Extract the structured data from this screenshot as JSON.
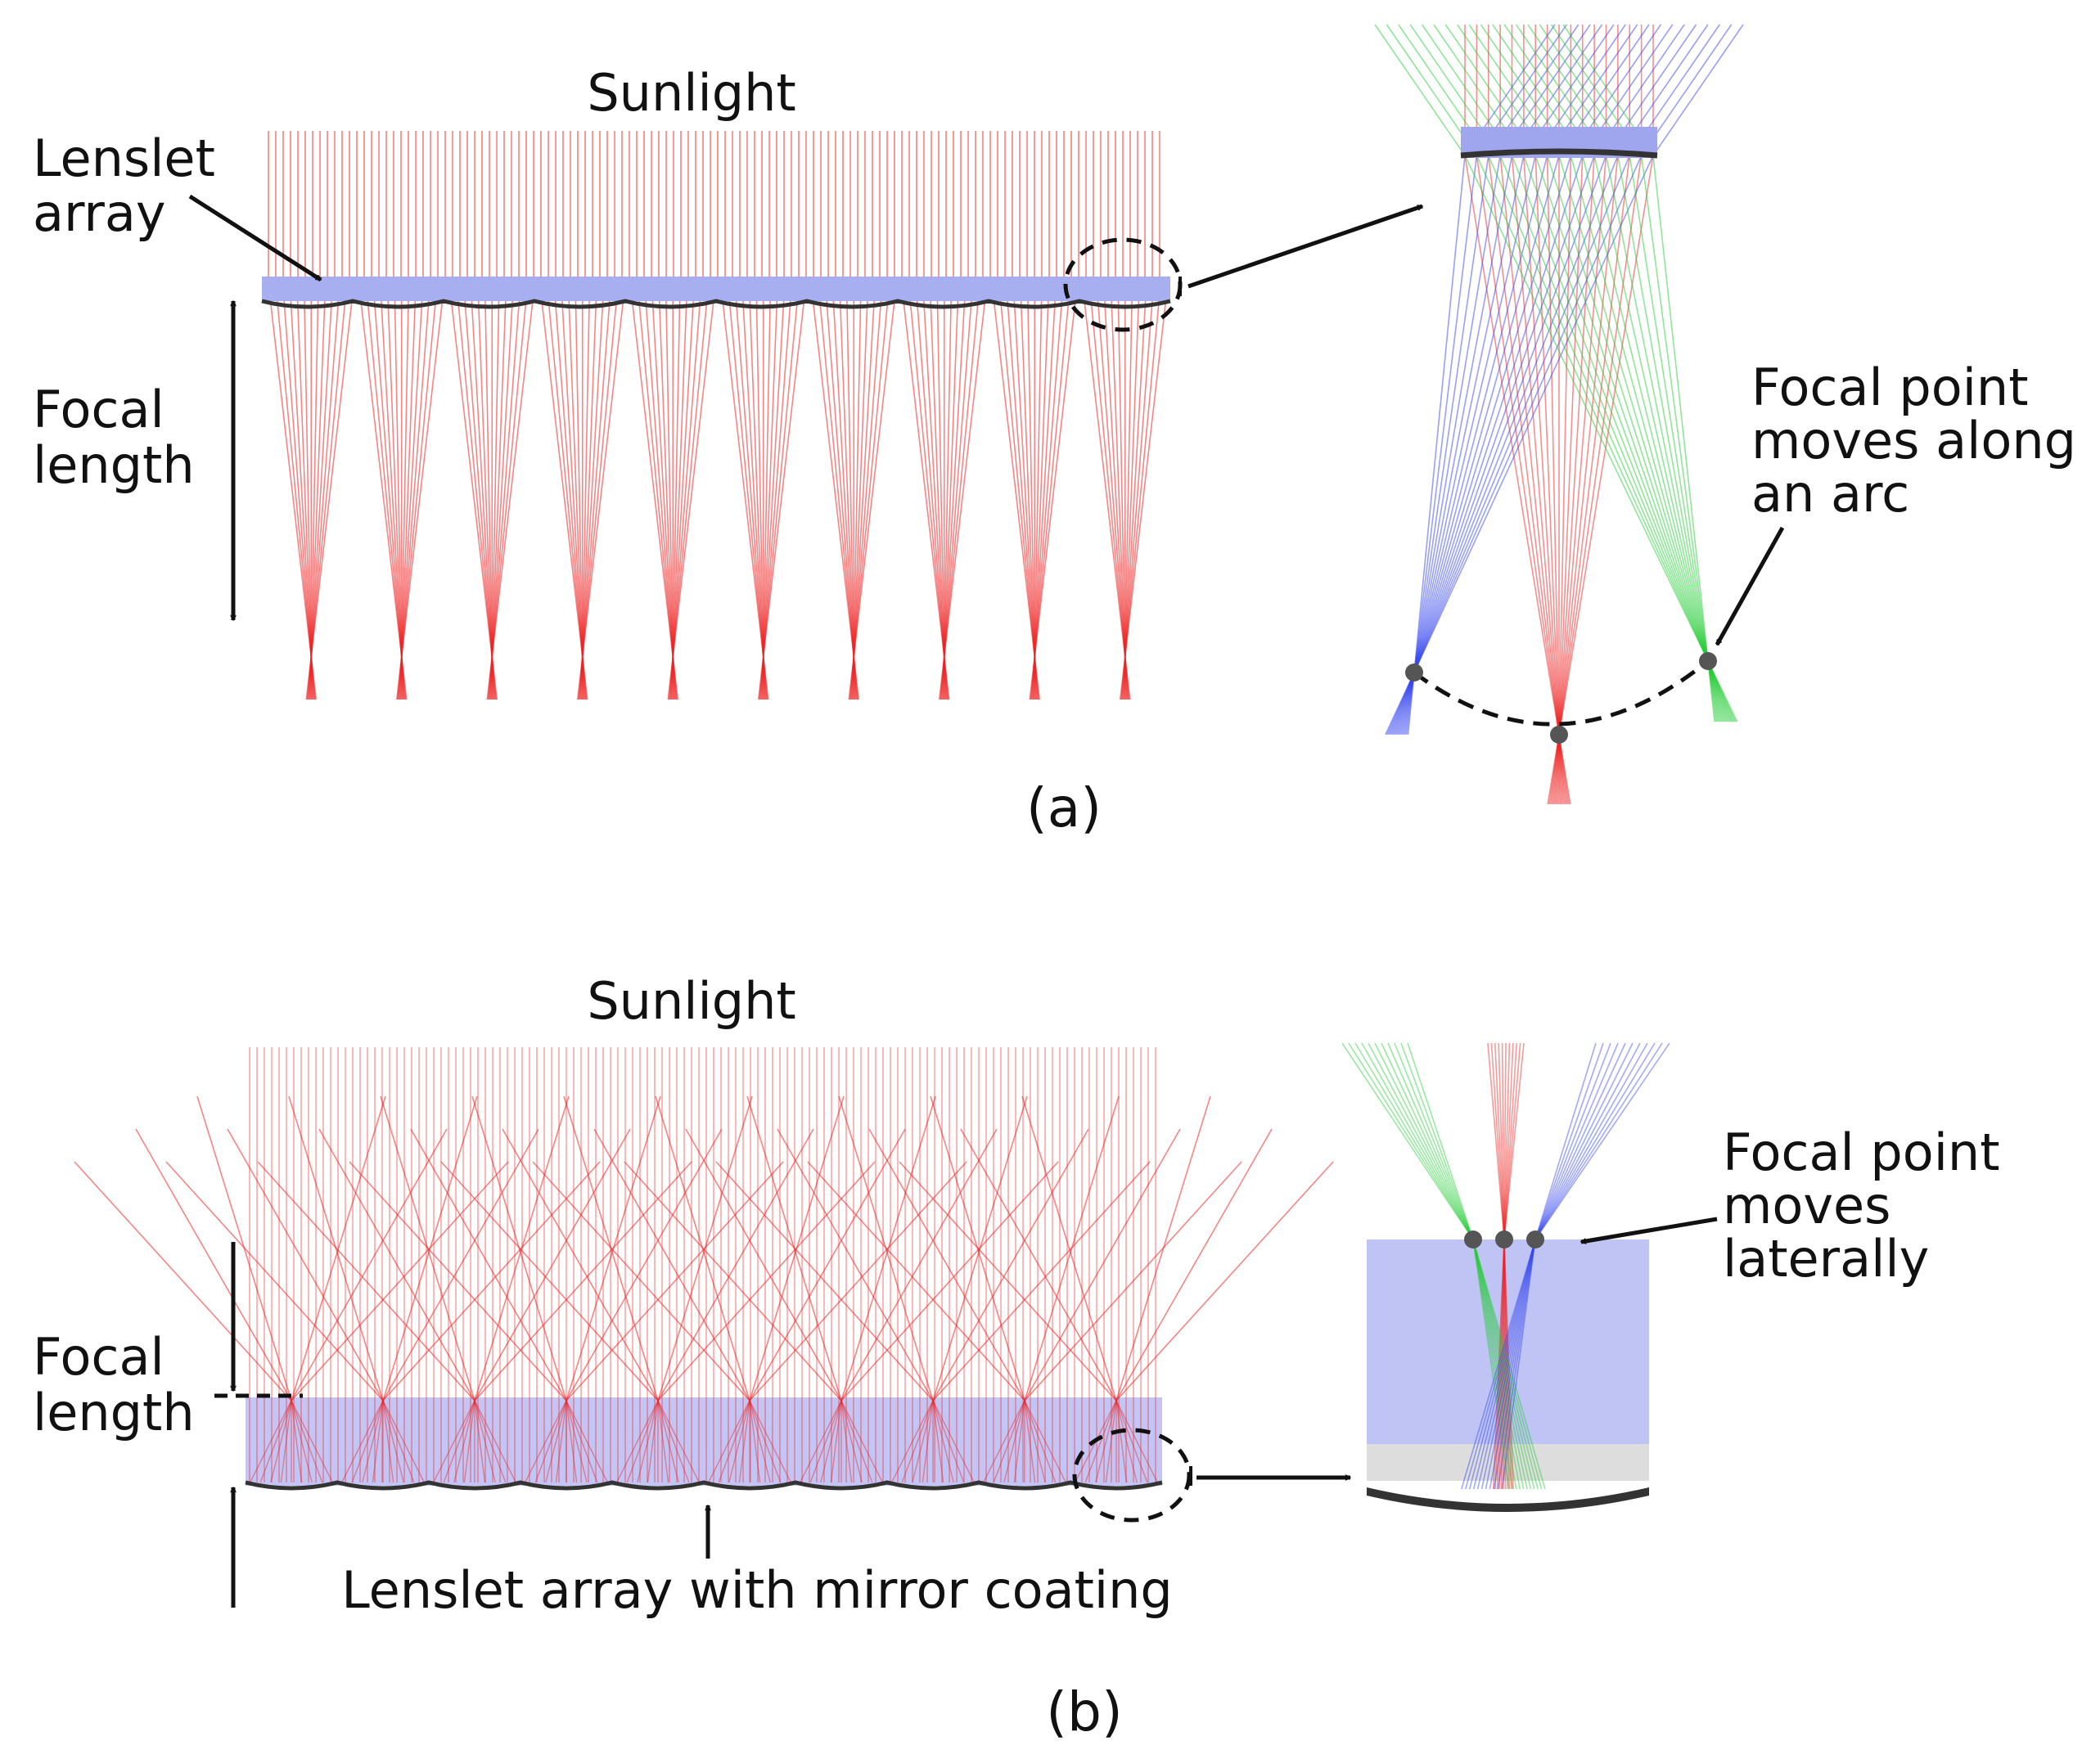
{
  "panel_a": {
    "sunlight": "Sunlight",
    "lenslet_label": [
      "Lenslet",
      "array"
    ],
    "focal_label": [
      "Focal",
      "length"
    ],
    "inset_label": [
      "Focal point",
      "moves along",
      "an arc"
    ],
    "caption": "(a)"
  },
  "panel_b": {
    "sunlight": "Sunlight",
    "focal_label": [
      "Focal",
      "length"
    ],
    "mirror_label": "Lenslet array with mirror coating",
    "inset_label": [
      "Focal point",
      "moves",
      "laterally"
    ],
    "caption": "(b)"
  },
  "colors": {
    "ray_red": "#ee2222",
    "ray_blue": "#3344ee",
    "ray_green": "#22cc33",
    "lens_fill": "#9fa6ee",
    "substrate": "#b9bcf3",
    "lens_edge": "#333333",
    "arrow": "#111111"
  },
  "lenslet_count": 10
}
